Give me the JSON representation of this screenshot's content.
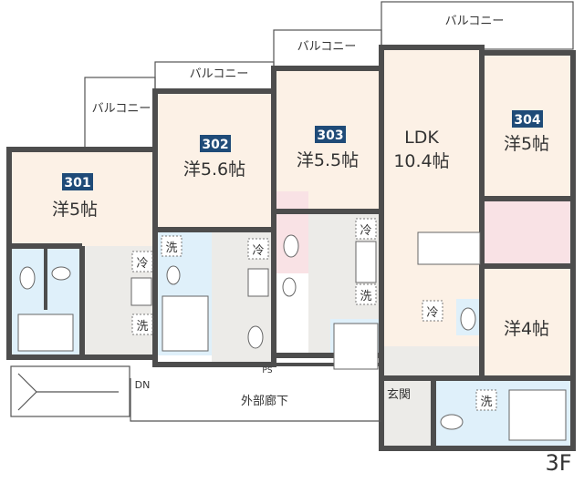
{
  "floor": "3F",
  "units": [
    {
      "number": "301",
      "room": "洋5帖"
    },
    {
      "number": "302",
      "room": "洋5.6帖"
    },
    {
      "number": "303",
      "room": "洋5.5帖"
    },
    {
      "number": "304",
      "room": "洋5帖",
      "ldk_label": "LDK",
      "ldk_size": "10.4帖",
      "room2": "洋4帖"
    }
  ],
  "labels": {
    "balcony": "バルコニー",
    "fridge": "冷",
    "washer": "洗",
    "entrance": "玄関",
    "corridor": "外部廊下",
    "down": "DN",
    "pipe_space": "PS"
  },
  "colors": {
    "badge": "#1f4b78",
    "room": "#fcf1e6",
    "wet": "#dff0fa",
    "closet": "#f9e2e5",
    "wall": "#4d4d4d"
  }
}
